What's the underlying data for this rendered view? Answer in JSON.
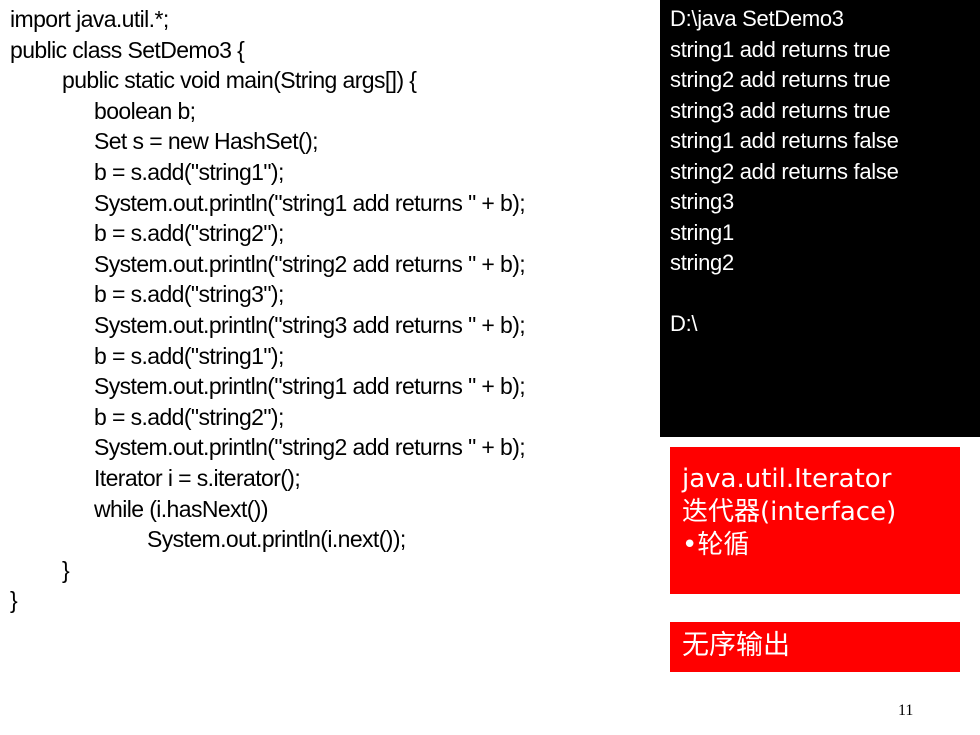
{
  "code_lines": [
    {
      "indent": 0,
      "text": "import java.util.*;"
    },
    {
      "indent": 0,
      "text": "public class SetDemo3 {"
    },
    {
      "indent": 1,
      "text": "public static void main(String args[]) {"
    },
    {
      "indent": 2,
      "text": "boolean b;"
    },
    {
      "indent": 2,
      "text": "Set s = new HashSet();"
    },
    {
      "indent": 2,
      "text": "b = s.add(\"string1\");"
    },
    {
      "indent": 2,
      "text": "System.out.println(\"string1 add returns \" + b);"
    },
    {
      "indent": 2,
      "text": "b = s.add(\"string2\");"
    },
    {
      "indent": 2,
      "text": "System.out.println(\"string2 add returns \" + b);"
    },
    {
      "indent": 2,
      "text": "b = s.add(\"string3\");"
    },
    {
      "indent": 2,
      "text": "System.out.println(\"string3 add returns \" + b);"
    },
    {
      "indent": 2,
      "text": "b = s.add(\"string1\");"
    },
    {
      "indent": 2,
      "text": "System.out.println(\"string1 add returns \" + b);"
    },
    {
      "indent": 2,
      "text": "b = s.add(\"string2\");"
    },
    {
      "indent": 2,
      "text": "System.out.println(\"string2 add returns \" + b);"
    },
    {
      "indent": 2,
      "text": "Iterator i = s.iterator();"
    },
    {
      "indent": 2,
      "text": "while (i.hasNext())"
    },
    {
      "indent": 3,
      "text": "System.out.println(i.next());"
    },
    {
      "indent": 1,
      "text": "}"
    },
    {
      "indent": 0,
      "text": "}"
    }
  ],
  "terminal_lines": [
    "D:\\java SetDemo3",
    "string1 add returns true",
    "string2 add returns true",
    "string3 add returns true",
    "string1 add returns false",
    "string2 add returns false",
    "string3",
    "string1",
    "string2",
    "",
    "D:\\"
  ],
  "note_iterator": {
    "line1": "java.util.Iterator",
    "line2": "迭代器(interface)",
    "line3": "•轮循"
  },
  "note_unordered": "无序输出",
  "page_number": "11",
  "colors": {
    "terminal_bg": "#000000",
    "terminal_text": "#ffffff",
    "note_bg": "#ff0000",
    "note_text": "#ffffff",
    "code_text": "#000000"
  }
}
